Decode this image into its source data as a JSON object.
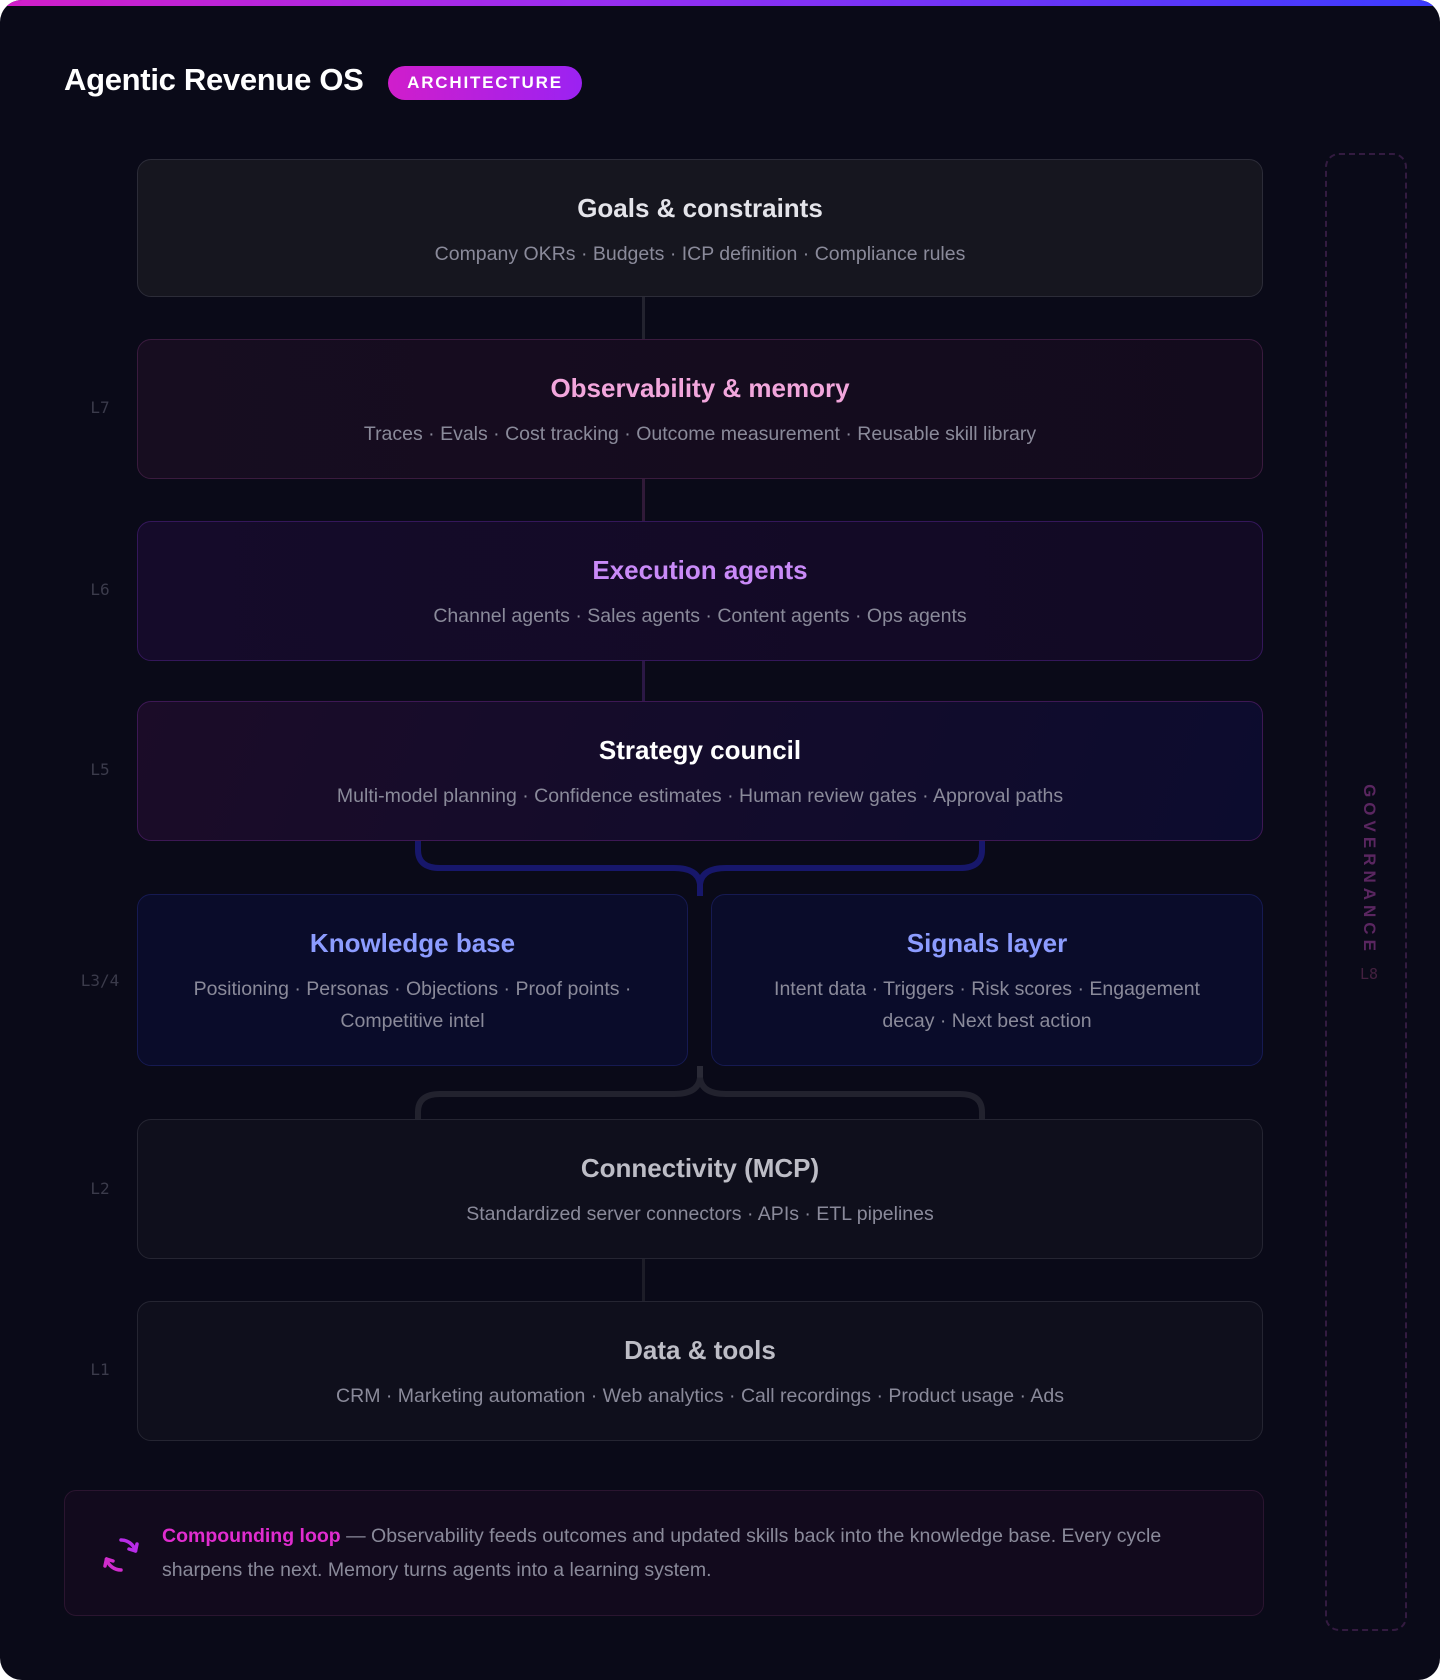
{
  "header": {
    "title": "Agentic Revenue OS",
    "badge": "ARCHITECTURE"
  },
  "layers": {
    "goals": {
      "name": "Goals & constraints",
      "desc": "Company OKRs · Budgets · ICP definition · Compliance rules"
    },
    "l7": {
      "level": "L7",
      "name": "Observability & memory",
      "desc": "Traces · Evals · Cost tracking · Outcome measurement · Reusable skill library"
    },
    "l6": {
      "level": "L6",
      "name": "Execution agents",
      "desc": "Channel agents · Sales agents · Content agents · Ops agents"
    },
    "l5": {
      "level": "L5",
      "name": "Strategy council",
      "desc": "Multi-model planning · Confidence estimates · Human review gates · Approval paths"
    },
    "l34": {
      "level": "L3/4",
      "knowledge": {
        "name": "Knowledge base",
        "desc_line1": "Positioning · Personas · Objections · Proof points ·",
        "desc_line2": "Competitive intel"
      },
      "signals": {
        "name": "Signals layer",
        "desc_line1": "Intent data · Triggers · Risk scores · Engagement",
        "desc_line2": "decay · Next best action"
      }
    },
    "l2": {
      "level": "L2",
      "name": "Connectivity (MCP)",
      "desc": "Standardized server connectors · APIs · ETL pipelines"
    },
    "l1": {
      "level": "L1",
      "name": "Data & tools",
      "desc": "CRM · Marketing automation · Web analytics · Call recordings · Product usage · Ads"
    }
  },
  "governance": {
    "label": "GOVERNANCE",
    "level": "L8"
  },
  "loop": {
    "title": "Compounding loop",
    "text": " — Observability feeds outcomes and updated skills back into the knowledge base. Every cycle sharpens the next. Memory turns agents into a learning system.",
    "icon": "refresh-loop-icon"
  },
  "colors": {
    "bg": "#0a0a18",
    "goals": "#e4e4ea",
    "observability": "#f2a6dc",
    "execution": "#c98af8",
    "strategy": "#ffffff",
    "knowledge": "#8c9cff",
    "connectivity": "#bdbdc6",
    "accent": "#e02ccf"
  }
}
